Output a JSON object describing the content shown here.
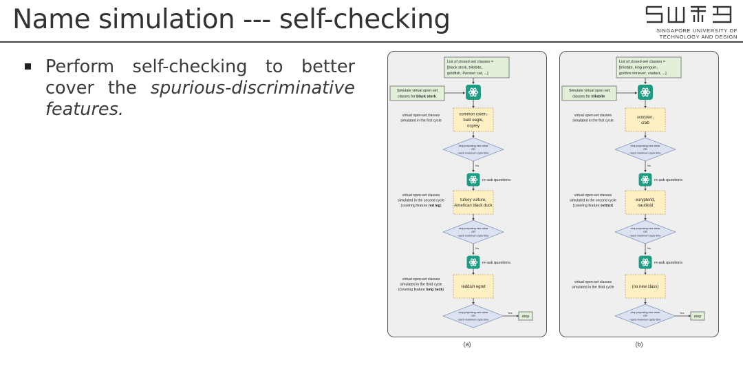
{
  "slide": {
    "title": "Name simulation --- self-checking",
    "logo_text": [
      "SINGAPORE UNIVERSITY OF",
      "TECHNOLOGY AND DESIGN"
    ],
    "bullet_parts": [
      "Perform self-checking to better cover the ",
      "spurious-discriminative features."
    ]
  },
  "panels": [
    {
      "caption": "(a)",
      "closed_list": [
        "List of closed-set classes =",
        "[black stork, trilobite,",
        "goldfish, Persian cat, ...]"
      ],
      "prompt": [
        "Simulate virtual open-set",
        "classes for ",
        "black stork",
        "."
      ],
      "cycles": [
        {
          "label": [
            "virtual open-set classes",
            "simulated in the first cycle"
          ],
          "classes": [
            "common raven,",
            "bald eagle,",
            "osprey"
          ]
        },
        {
          "label": [
            "virtual open-set classes",
            "simulated in the second cycle",
            "(covering feature ",
            "red leg",
            ")"
          ],
          "classes": [
            "turkey vulture,",
            "American black duck"
          ]
        },
        {
          "label": [
            "virtual open-set classes",
            "simulated in the third cycle",
            "(covering feature ",
            "long neck",
            ")"
          ],
          "classes": [
            "reddish egret"
          ]
        }
      ]
    },
    {
      "caption": "(b)",
      "closed_list": [
        "List of closed-set classes =",
        "[trilobite, king penguin,",
        "golden retriever, viaduct, ...]"
      ],
      "prompt": [
        "Simulate virtual open-set",
        "classes for ",
        "trilobite",
        "."
      ],
      "cycles": [
        {
          "label": [
            "virtual open-set classes",
            "simulated in the first cycle"
          ],
          "classes": [
            "scorpion,",
            "crab"
          ]
        },
        {
          "label": [
            "virtual open-set classes",
            "simulated in the second cycle",
            "(covering feature ",
            "extinct",
            ")"
          ],
          "classes": [
            "eurypterid,",
            "nautiloid"
          ]
        },
        {
          "label": [
            "virtual open-set classes",
            "simulated in the third cycle"
          ],
          "classes": [
            "(no new class)"
          ]
        }
      ]
    }
  ],
  "decision": [
    "stop proposing new class",
    "OR",
    "reach maximum cycle time"
  ],
  "no_label": "No",
  "yes_label": "Yes",
  "reask": "re-ask questions",
  "stop": "stop",
  "colors": {
    "gpt": "#1f9c84",
    "yellow_box": "#fff0c4",
    "green_box": "#e2efd9",
    "diamond": "#dbe3f2",
    "panel_bg": "#efefef"
  }
}
